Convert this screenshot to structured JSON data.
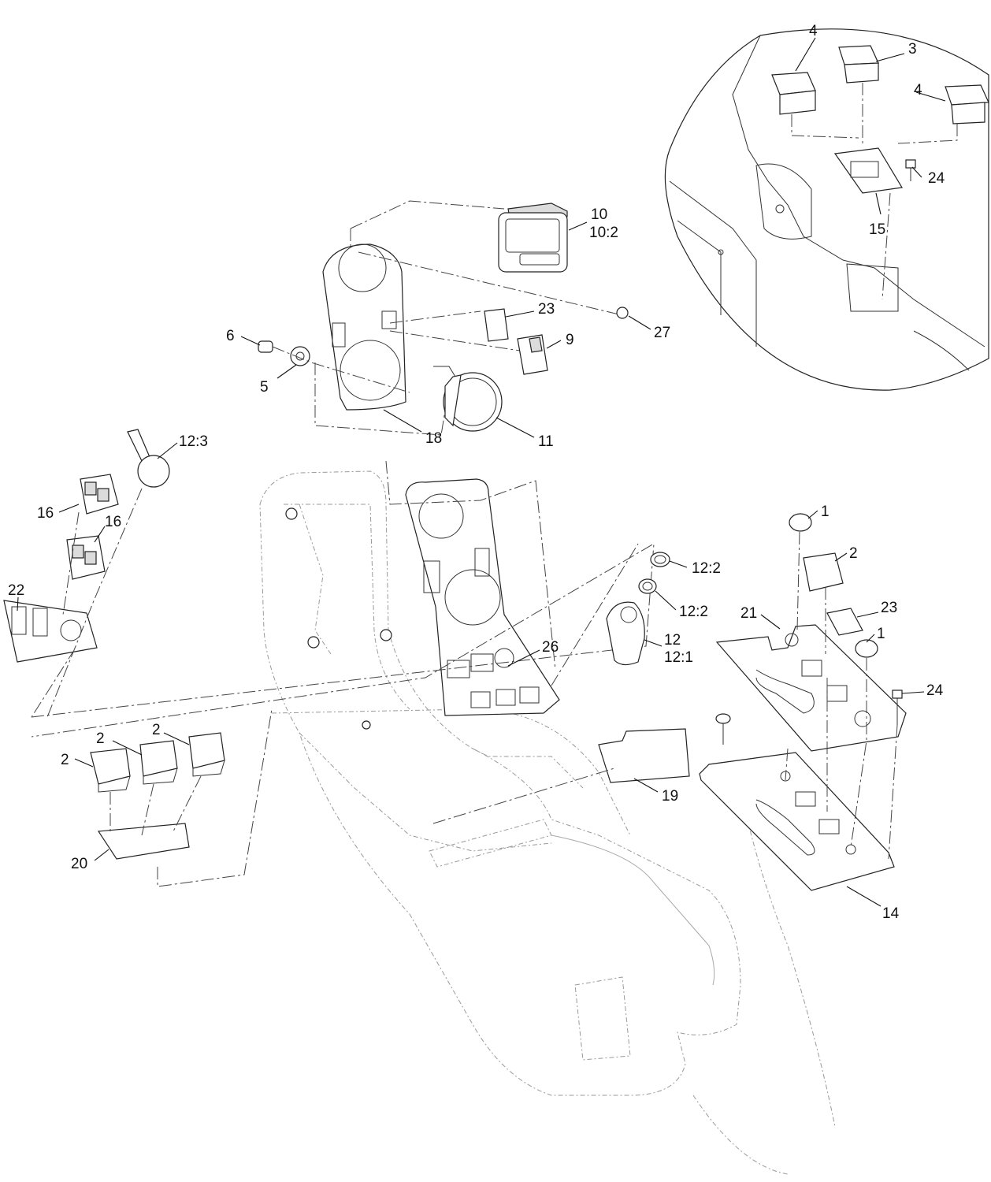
{
  "callouts": {
    "c1a": "1",
    "c1b": "1",
    "c2a": "2",
    "c2b": "2",
    "c2c": "2",
    "c2d": "2",
    "c3": "3",
    "c4a": "4",
    "c4b": "4",
    "c5": "5",
    "c6": "6",
    "c9": "9",
    "c10": "10",
    "c10_2": "10:2",
    "c11": "11",
    "c12": "12",
    "c12_1": "12:1",
    "c12_2a": "12:2",
    "c12_2b": "12:2",
    "c12_3": "12:3",
    "c14": "14",
    "c15": "15",
    "c16a": "16",
    "c16b": "16",
    "c18": "18",
    "c19": "19",
    "c20": "20",
    "c21": "21",
    "c22": "22",
    "c23a": "23",
    "c23b": "23",
    "c24a": "24",
    "c24b": "24",
    "c26": "26",
    "c27": "27"
  }
}
